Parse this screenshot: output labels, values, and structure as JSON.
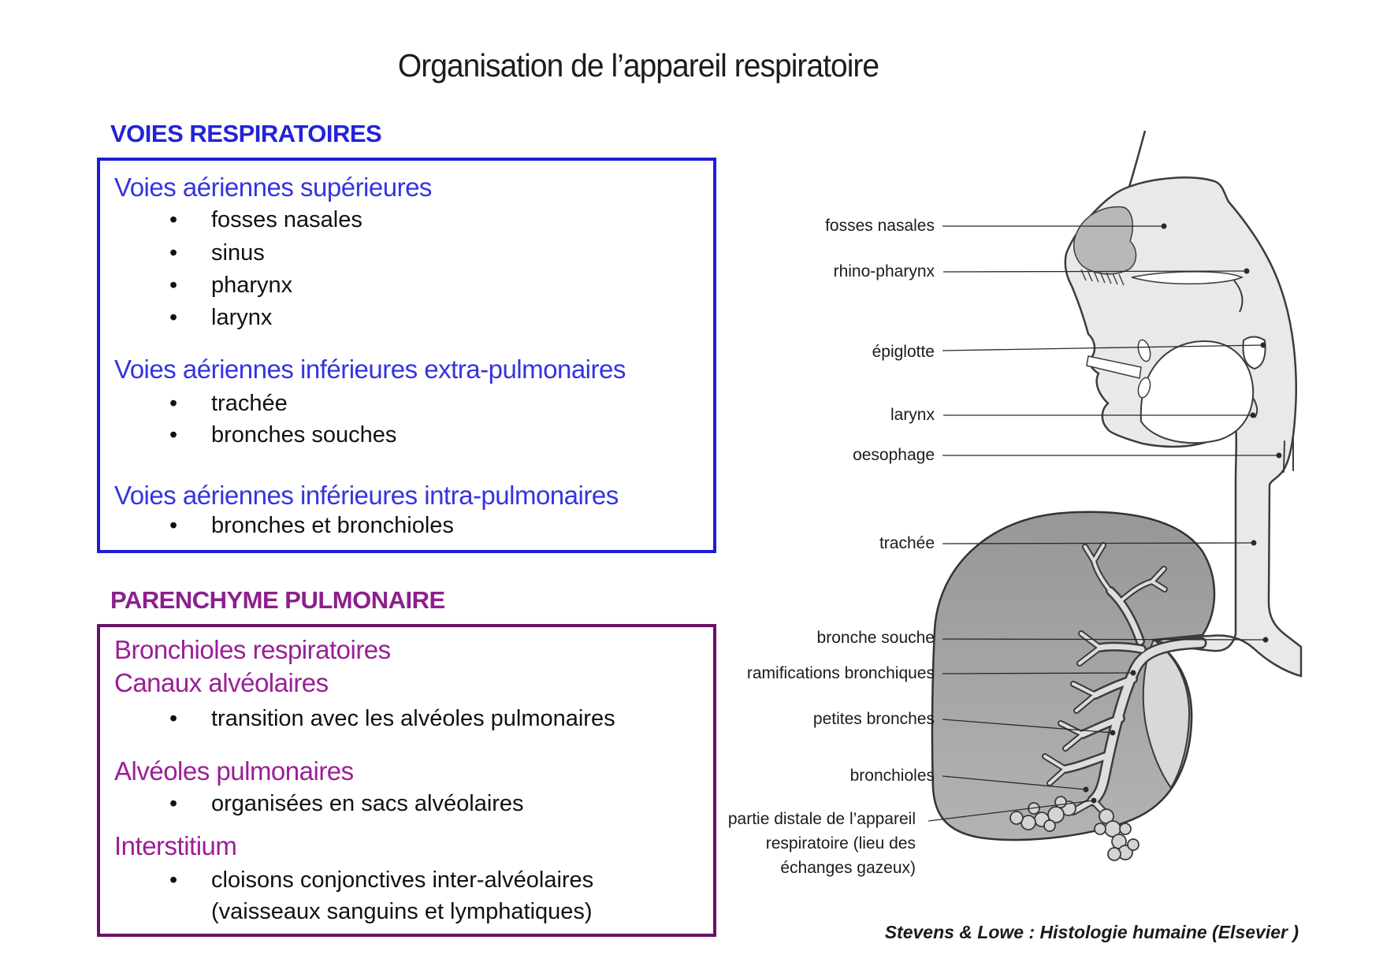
{
  "title": "Organisation de l’appareil respiratoire",
  "colors": {
    "blue_heading": "#2323d6",
    "blue_border": "#1d1dd6",
    "blue_text": "#3434e0",
    "purple_heading": "#8d1f8d",
    "purple_border": "#691265",
    "purple_text": "#9a1f96"
  },
  "voies": {
    "heading": "VOIES RESPIRATOIRES",
    "groups": [
      {
        "label": "Voies aériennes supérieures",
        "items": [
          "fosses nasales",
          "sinus",
          "pharynx",
          "larynx"
        ]
      },
      {
        "label": "Voies aériennes inférieures extra-pulmonaires",
        "items": [
          "trachée",
          "bronches souches"
        ]
      },
      {
        "label": "Voies aériennes inférieures intra-pulmonaires",
        "items": [
          "bronches et bronchioles"
        ]
      }
    ]
  },
  "parenchyme": {
    "heading": "PARENCHYME PULMONAIRE",
    "groups": [
      {
        "label": "Bronchioles respiratoires",
        "items": []
      },
      {
        "label": "Canaux alvéolaires",
        "items": [
          "transition avec les alvéoles pulmonaires"
        ]
      },
      {
        "label": "Alvéoles pulmonaires",
        "items": [
          "organisées en sacs alvéolaires"
        ]
      },
      {
        "label": "Interstitium",
        "items": [
          "cloisons conjonctives inter-alvéolaires",
          "(vaisseaux sanguins et lymphatiques)"
        ]
      }
    ]
  },
  "diagram": {
    "labels": [
      "fosses nasales",
      "rhino-pharynx",
      "épiglotte",
      "larynx",
      "oesophage",
      "trachée",
      "bronche souche",
      "ramifications bronchiques",
      "petites bronches",
      "bronchioles"
    ],
    "distal_lines": [
      "partie distale de l’appareil",
      "respiratoire (lieu des",
      "échanges gazeux)"
    ],
    "credit": "Stevens & Lowe : Histologie humaine (Elsevier )"
  }
}
